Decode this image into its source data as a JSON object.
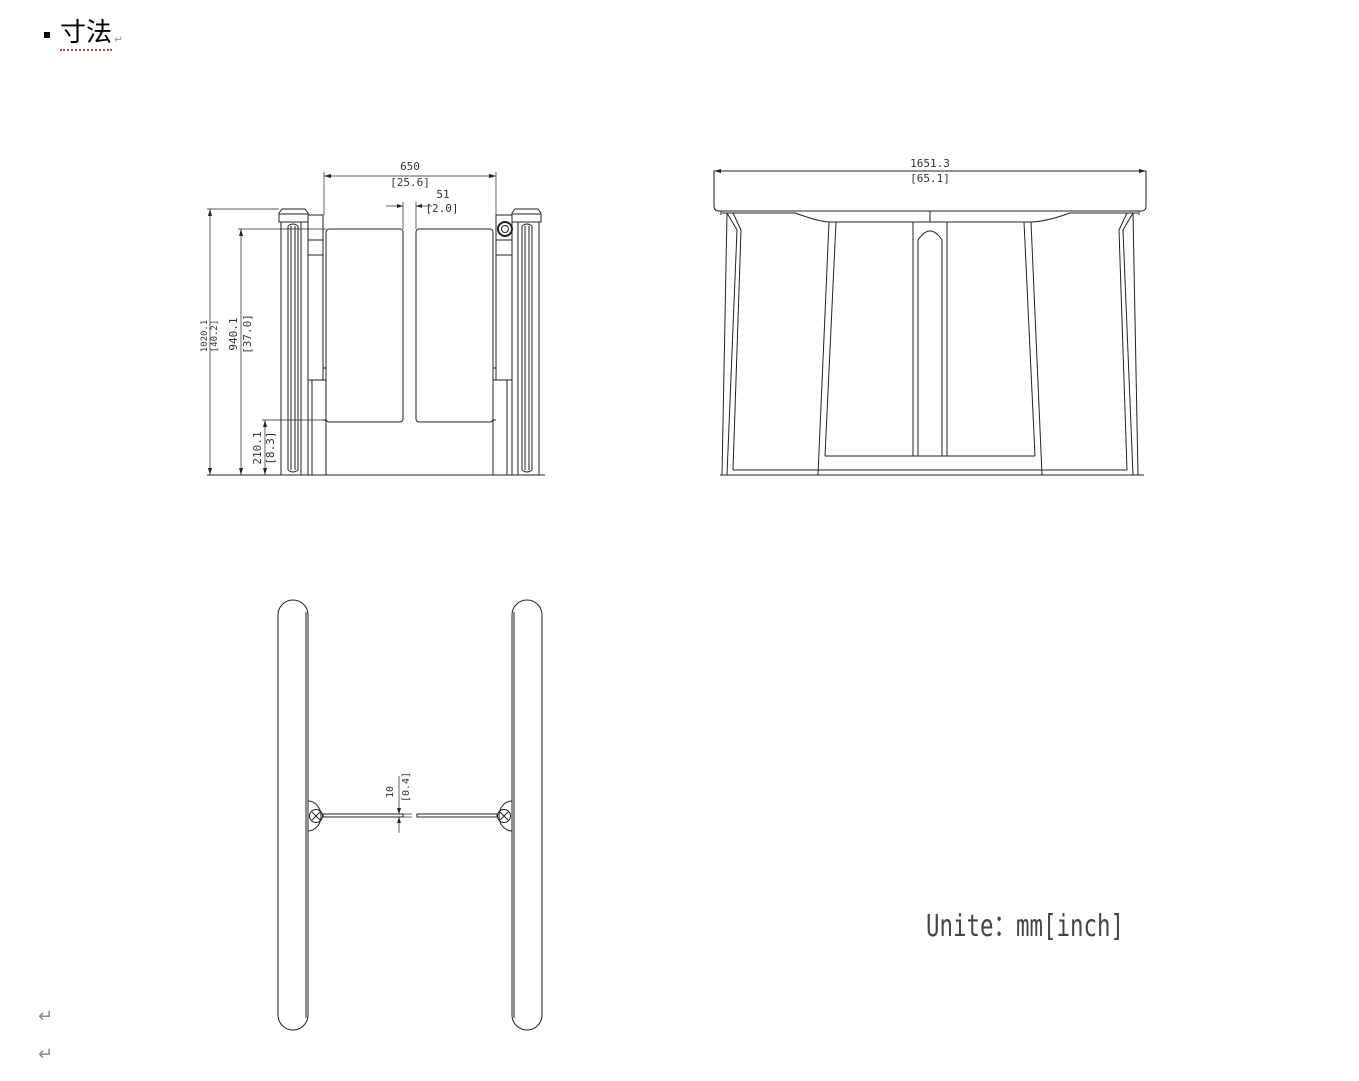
{
  "heading": {
    "text": "寸法",
    "return_mark": "↵"
  },
  "paragraph_marks": [
    "↵",
    "↵"
  ],
  "front_view": {
    "width": {
      "mm": "650",
      "inch": "[25.6]"
    },
    "gap": {
      "mm": "51",
      "inch": "[2.0]"
    },
    "total_height": {
      "mm": "1020.1",
      "inch": "[40.2]"
    },
    "flap_height": {
      "mm": "940.1",
      "inch": "[37.0]"
    },
    "base_height": {
      "mm": "210.1",
      "inch": "[8.3]"
    }
  },
  "side_view": {
    "length": {
      "mm": "1651.3",
      "inch": "[65.1]"
    }
  },
  "top_view": {
    "flap_thickness": {
      "mm": "10",
      "inch": "[0.4]"
    }
  },
  "units_label": "Unite：mm[inch]"
}
